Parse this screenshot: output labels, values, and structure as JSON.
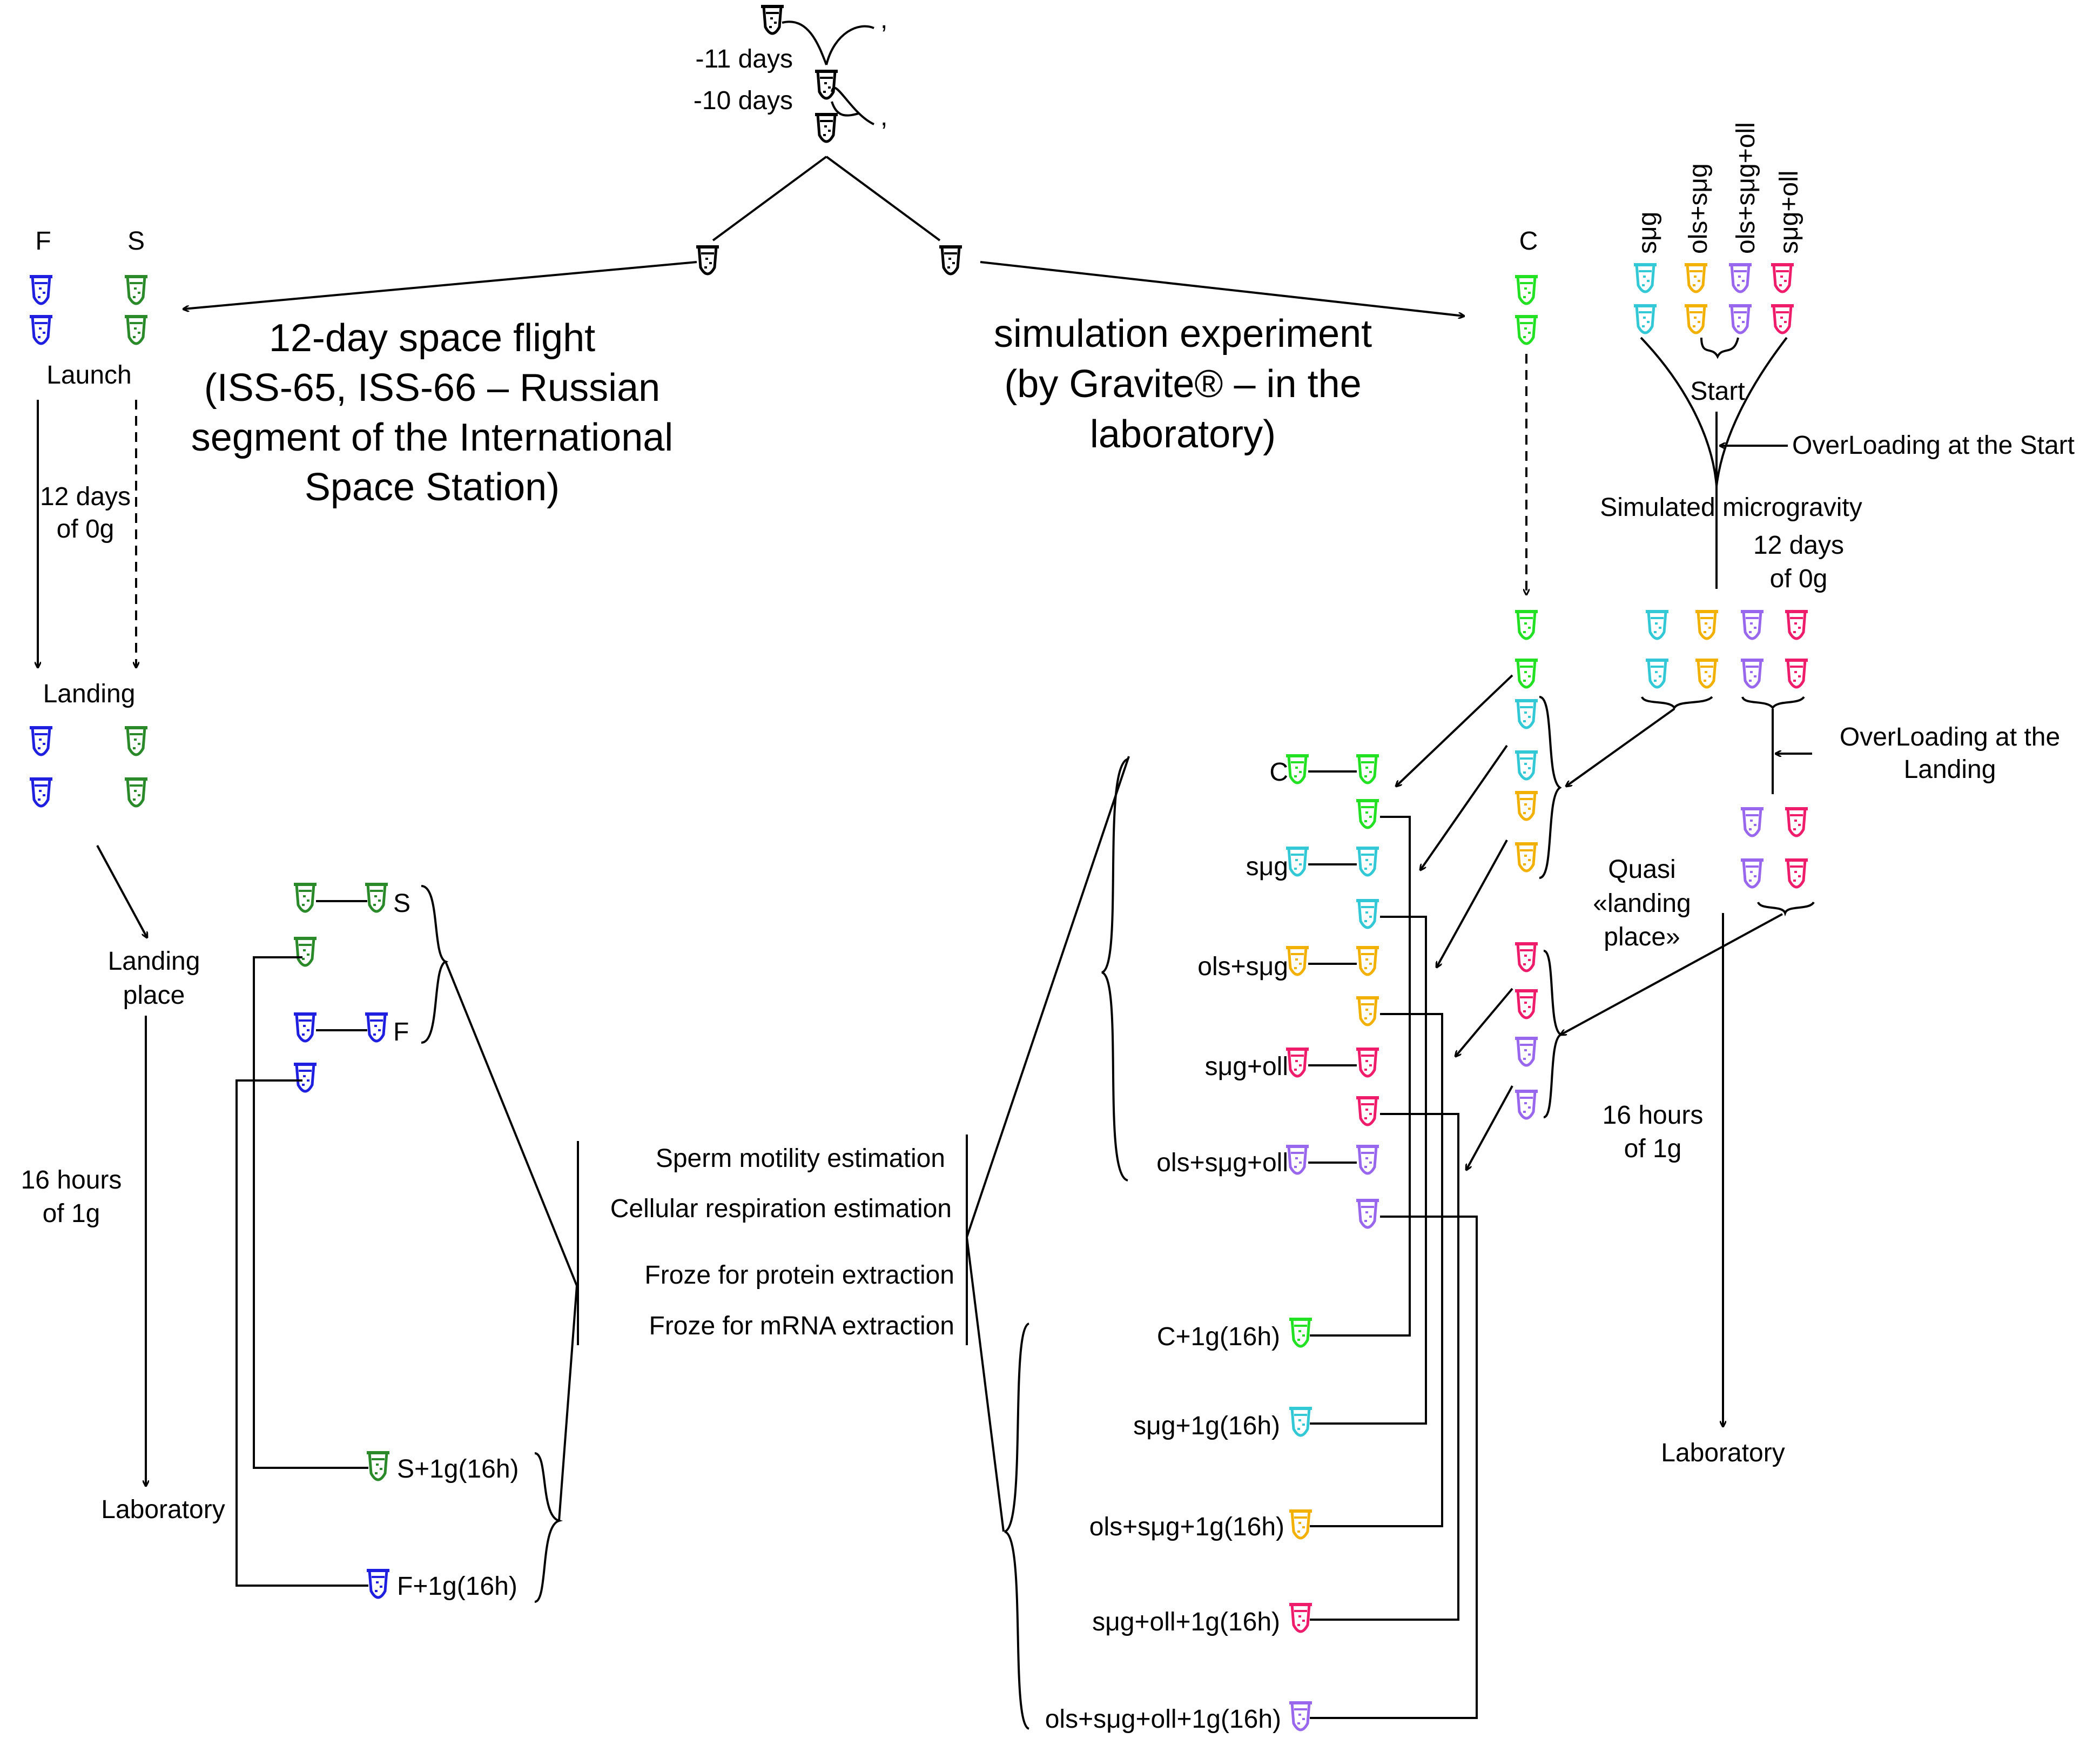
{
  "colors": {
    "flight": "#1f1fe0",
    "synchronous": "#2a8a2a",
    "control": "#22e022",
    "sug": "#33c8d6",
    "ols_sug": "#f2b000",
    "ols_sug_oll": "#9966ee",
    "sug_oll": "#ee1c6a",
    "initial": "#000000"
  },
  "icons": {
    "tube": "test-tube-icon"
  },
  "timeline": {
    "d11": "-11 days",
    "d10": "-10 days"
  },
  "flight": {
    "title_lines": [
      "12-day space flight",
      "(ISS-65, ISS-66 – Russian",
      "segment of the International",
      "Space Station)"
    ],
    "col_f": "F",
    "col_s": "S",
    "launch": "Launch",
    "dur_lines": [
      "12 days",
      "of 0g"
    ],
    "landing": "Landing",
    "place_lines": [
      "Landing",
      "place"
    ],
    "dur2_lines": [
      "16 hours",
      "of 1g"
    ],
    "lab": "Laboratory",
    "grp_s": "S",
    "grp_f": "F",
    "grp_s1g": "S+1g(16h)",
    "grp_f1g": "F+1g(16h)"
  },
  "analysis": [
    "Sperm motility estimation",
    "Cellular respiration estimation",
    "Froze for protein extraction",
    "Froze for mRNA extraction"
  ],
  "sim": {
    "title_lines": [
      "simulation experiment",
      "(by Gravite® – in the",
      "laboratory)"
    ],
    "col_c": "C",
    "col_sug": "sμg",
    "col_ols_sug": "ols+sμg",
    "col_ols_sug_oll": "ols+sμg+oll",
    "col_sug_oll": "sμg+oll",
    "start": "Start",
    "overload_start": "OverLoading at the Start",
    "sim_micro": "Simulated microgravity",
    "dur_lines": [
      "12 days",
      "of 0g"
    ],
    "overload_landing_lines": [
      "OverLoading at the",
      "Landing"
    ],
    "quasi_lines": [
      "Quasi",
      "«landing",
      "place»"
    ],
    "dur2_lines": [
      "16 hours",
      "of 1g"
    ],
    "lab": "Laboratory",
    "grp_c": "C",
    "grp_sug": "sμg",
    "grp_ols_sug": "ols+sμg",
    "grp_sug_oll": "sμg+oll",
    "grp_ols_sug_oll": "ols+sμg+oll",
    "grp_c1g": "C+1g(16h)",
    "grp_sug1g": "sμg+1g(16h)",
    "grp_ols_sug1g": "ols+sμg+1g(16h)",
    "grp_sug_oll1g": "sμg+oll+1g(16h)",
    "grp_ols_sug_oll1g": "ols+sμg+oll+1g(16h)"
  }
}
